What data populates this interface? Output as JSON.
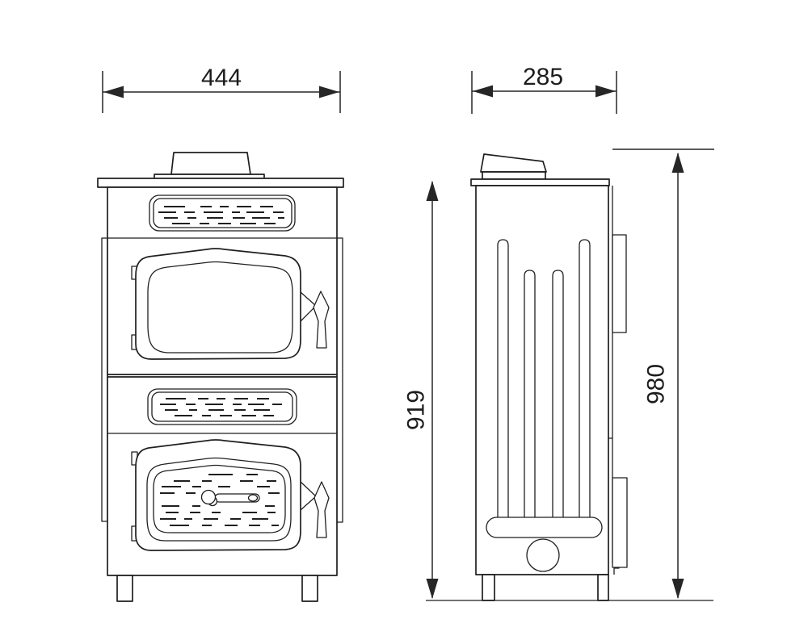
{
  "drawing": {
    "dimension_labels": {
      "front_width": "444",
      "side_depth": "285",
      "body_height": "919",
      "overall_height": "980"
    },
    "colors": {
      "line": "#1f1f1f",
      "dimension": "#262626",
      "background": "#ffffff"
    }
  }
}
